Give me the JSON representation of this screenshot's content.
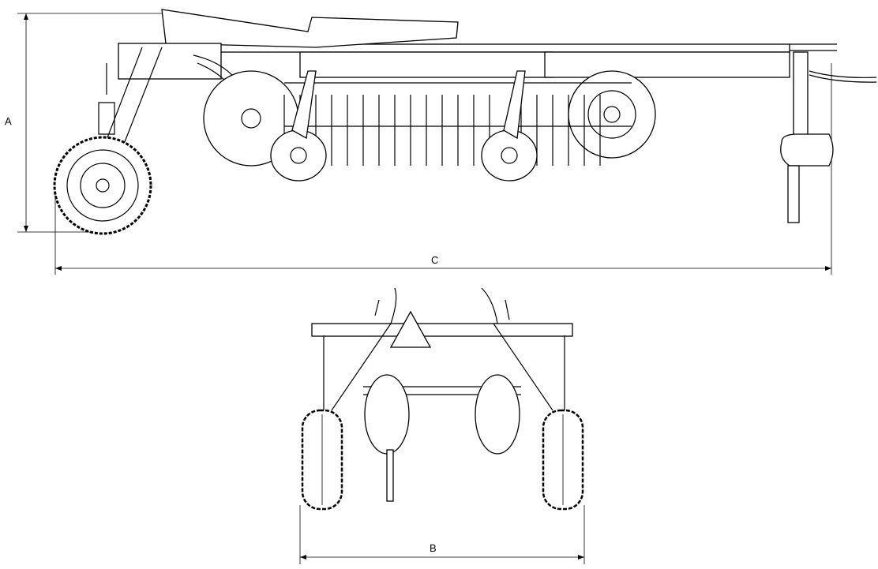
{
  "dimensions": {
    "height_label": "A",
    "width_label": "B",
    "length_label": "C"
  },
  "colors": {
    "line": "#000000",
    "background": "#ffffff"
  }
}
